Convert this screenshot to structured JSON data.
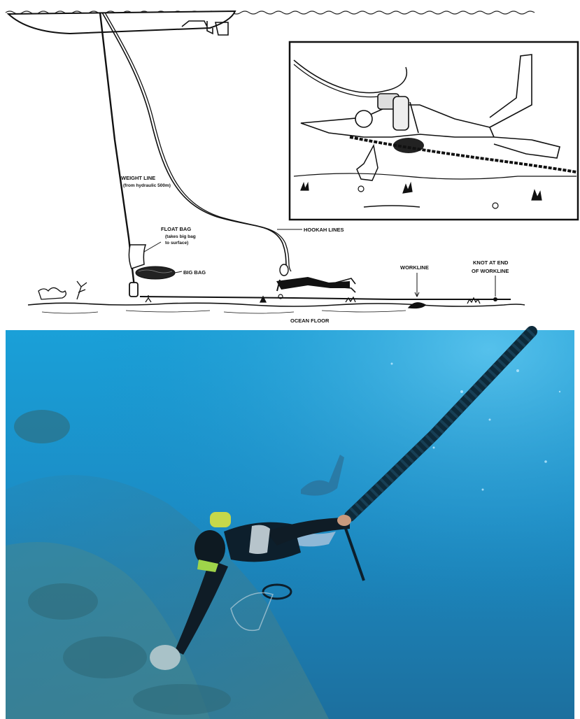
{
  "diagram": {
    "labels": {
      "weight_line": "WEIGHT LINE",
      "weight_line_note": "(from hydraulic 500m)",
      "float_bag": "FLOAT BAG",
      "float_bag_note_1": "(takes big bag",
      "float_bag_note_2": "to surface)",
      "big_bag": "BIG BAG",
      "hookah_lines": "HOOKAH LINES",
      "workline": "WORKLINE",
      "knot_1": "KNOT AT END",
      "knot_2": "OF WORKLINE",
      "ocean_floor": "OCEAN FLOOR"
    }
  },
  "photo": {
    "water_color": "#1d8fc4",
    "water_dark": "#0f5f96",
    "seabed_color": "#3b86a6"
  }
}
